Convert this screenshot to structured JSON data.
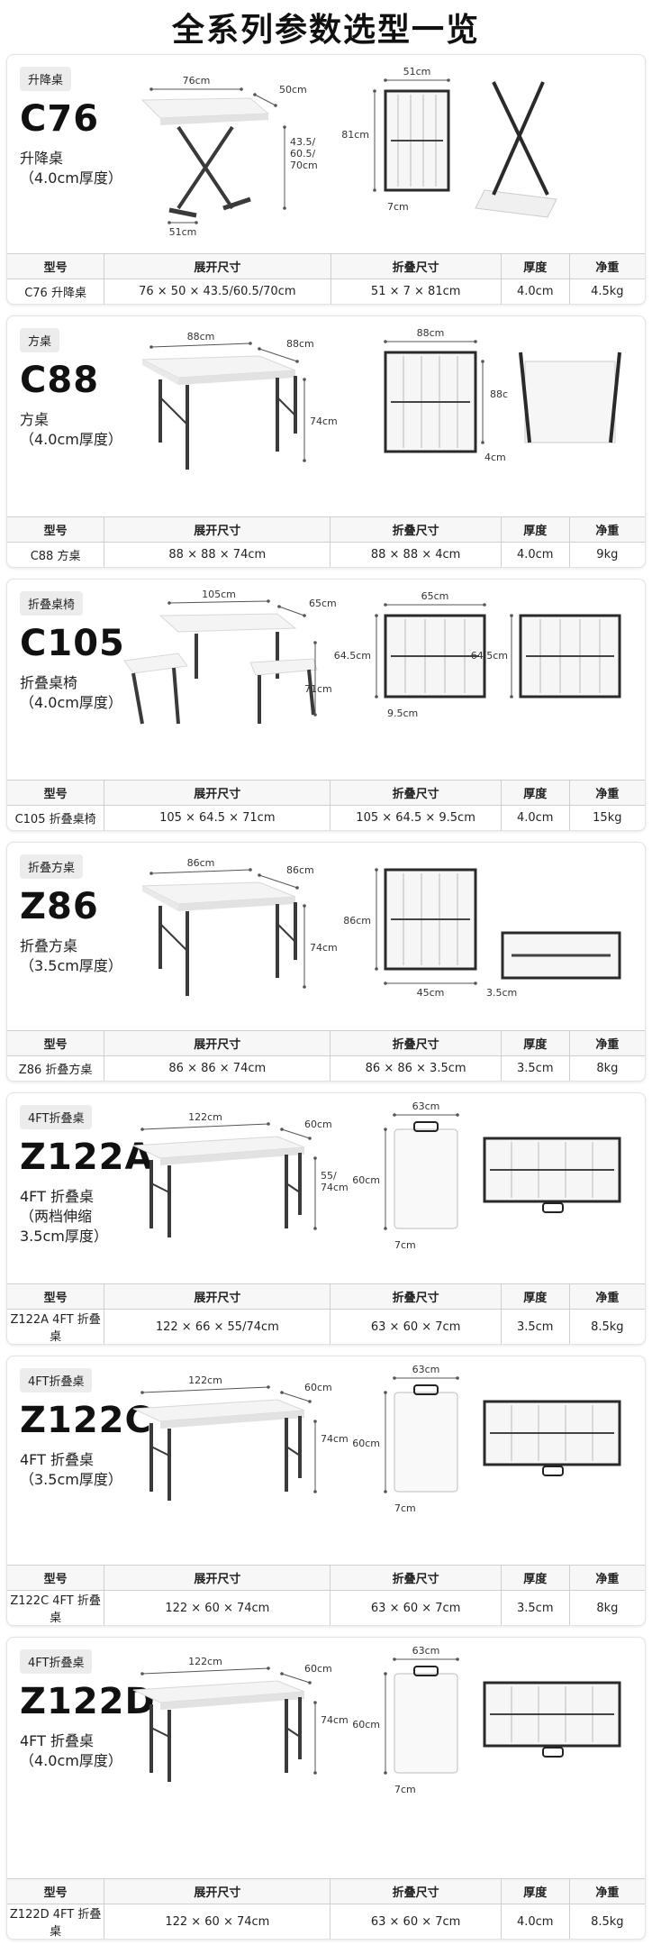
{
  "page_title": "全系列参数选型一览",
  "table_headers": [
    "型号",
    "展开尺寸",
    "折叠尺寸",
    "厚度",
    "净重"
  ],
  "products": [
    {
      "tag": "升降桌",
      "model": "C76",
      "desc": "升降桌\n（4.0cm厚度）",
      "dims": {
        "width": "76cm",
        "depth": "50cm",
        "height": "43.5/\n60.5/\n70cm",
        "base": "51cm",
        "folded_w": "51cm",
        "folded_h": "81cm",
        "folded_t": "7cm"
      },
      "row": [
        "C76 升降桌",
        "76 × 50 × 43.5/60.5/70cm",
        "51 × 7 × 81cm",
        "4.0cm",
        "4.5kg"
      ]
    },
    {
      "tag": "方桌",
      "model": "C88",
      "desc": "方桌\n（4.0cm厚度）",
      "dims": {
        "width": "88cm",
        "depth": "88cm",
        "height": "74cm",
        "folded_w": "88cm",
        "folded_h": "88c",
        "folded_t": "4cm"
      },
      "row": [
        "C88 方桌",
        "88 × 88 × 74cm",
        "88 × 88 × 4cm",
        "4.0cm",
        "9kg"
      ]
    },
    {
      "tag": "折叠桌椅",
      "model": "C105",
      "desc": "折叠桌椅\n（4.0cm厚度）",
      "dims": {
        "width": "105cm",
        "depth": "65cm",
        "height": "71cm",
        "folded_w": "65cm",
        "folded_h": "64.5cm",
        "folded_h2": "64.5cm",
        "folded_t": "9.5cm"
      },
      "row": [
        "C105 折叠桌椅",
        "105 × 64.5 × 71cm",
        "105 × 64.5 × 9.5cm",
        "4.0cm",
        "15kg"
      ]
    },
    {
      "tag": "折叠方桌",
      "model": "Z86",
      "desc": "折叠方桌\n（3.5cm厚度）",
      "dims": {
        "width": "86cm",
        "depth": "86cm",
        "height": "74cm",
        "folded_w": "45cm",
        "folded_h": "86cm",
        "folded_t": "3.5cm"
      },
      "row": [
        "Z86 折叠方桌",
        "86 × 86 × 74cm",
        "86 × 86 × 3.5cm",
        "3.5cm",
        "8kg"
      ]
    },
    {
      "tag": "4FT折叠桌",
      "model": "Z122A",
      "desc": "4FT 折叠桌\n（两档伸缩\n3.5cm厚度）",
      "dims": {
        "width": "122cm",
        "depth": "60cm",
        "height": "55/\n74cm",
        "folded_w": "63cm",
        "folded_h": "60cm",
        "folded_t": "7cm"
      },
      "row": [
        "Z122A 4FT 折叠桌",
        "122 × 66 × 55/74cm",
        "63 × 60 × 7cm",
        "3.5cm",
        "8.5kg"
      ]
    },
    {
      "tag": "4FT折叠桌",
      "model": "Z122C",
      "desc": "4FT 折叠桌\n（3.5cm厚度）",
      "dims": {
        "width": "122cm",
        "depth": "60cm",
        "height": "74cm",
        "folded_w": "63cm",
        "folded_h": "60cm",
        "folded_t": "7cm"
      },
      "row": [
        "Z122C 4FT 折叠桌",
        "122 × 60 × 74cm",
        "63 × 60 × 7cm",
        "3.5cm",
        "8kg"
      ]
    },
    {
      "tag": "4FT折叠桌",
      "model": "Z122D",
      "desc": "4FT 折叠桌\n（4.0cm厚度）",
      "dims": {
        "width": "122cm",
        "depth": "60cm",
        "height": "74cm",
        "folded_w": "63cm",
        "folded_h": "60cm",
        "folded_t": "7cm"
      },
      "row": [
        "Z122D 4FT 折叠桌",
        "122 × 60 × 74cm",
        "63 × 60 × 7cm",
        "4.0cm",
        "8.5kg"
      ]
    }
  ]
}
